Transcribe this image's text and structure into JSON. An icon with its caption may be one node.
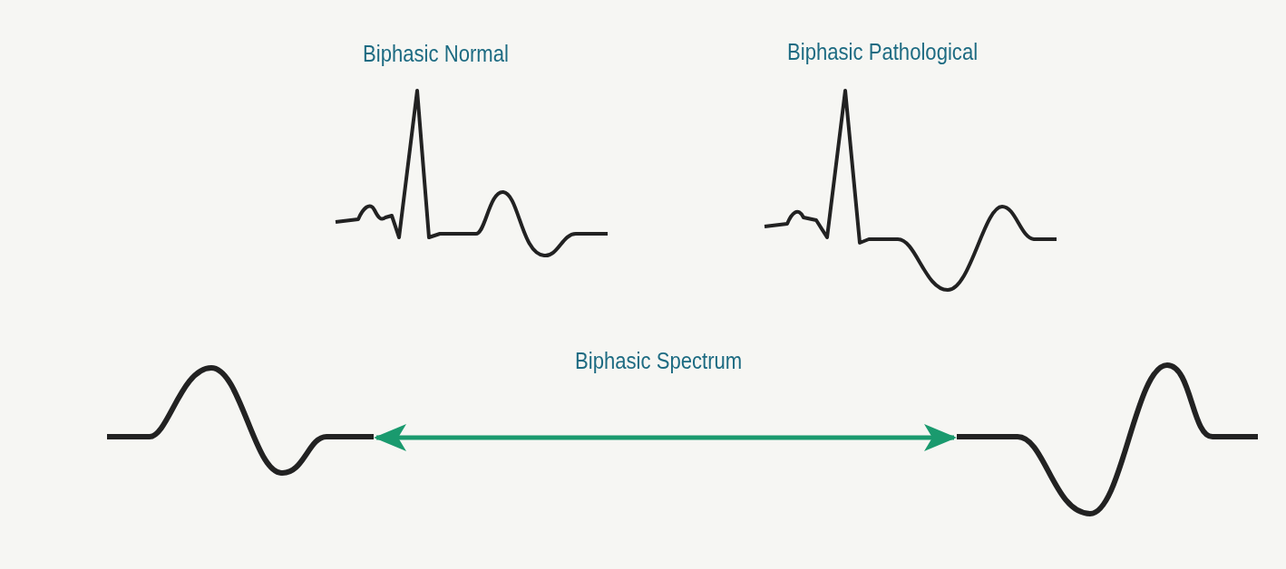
{
  "diagram": {
    "nodes": [
      {
        "text": [],
        "shape": "picture"
      },
      {
        "text": [],
        "shape": "picture"
      }
    ],
    "edges": [
      {
        "from": 0,
        "to": 1,
        "arrow": "both",
        "label": "Biphasic Spectrum",
        "color": "#1a9a6e"
      }
    ],
    "labels": [
      "Biphasic Normal",
      "Biphasic Pathological"
    ]
  }
}
